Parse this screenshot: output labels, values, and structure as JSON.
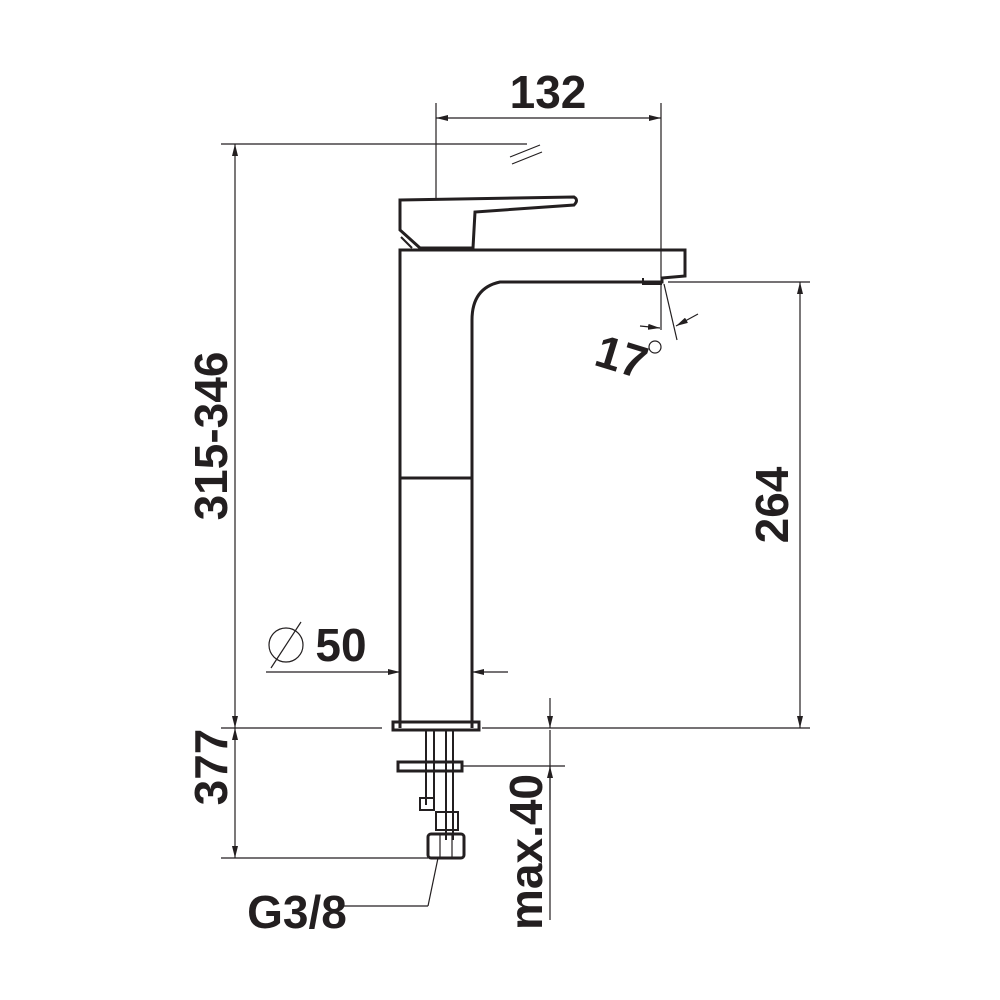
{
  "drawing": {
    "type": "dimensioned side-view drawing of tall basin faucet",
    "line_color": "#231f20",
    "background": "#ffffff"
  },
  "dimensions": {
    "spout_reach": "132",
    "total_height": "315-346",
    "outlet_height": "264",
    "spout_angle": "17",
    "spout_angle_unit": "°",
    "body_diameter_symbol": "⌀",
    "body_diameter": "50",
    "hose_length": "377",
    "max_deck_thickness": "max.40",
    "connection_thread": "G3/8"
  }
}
